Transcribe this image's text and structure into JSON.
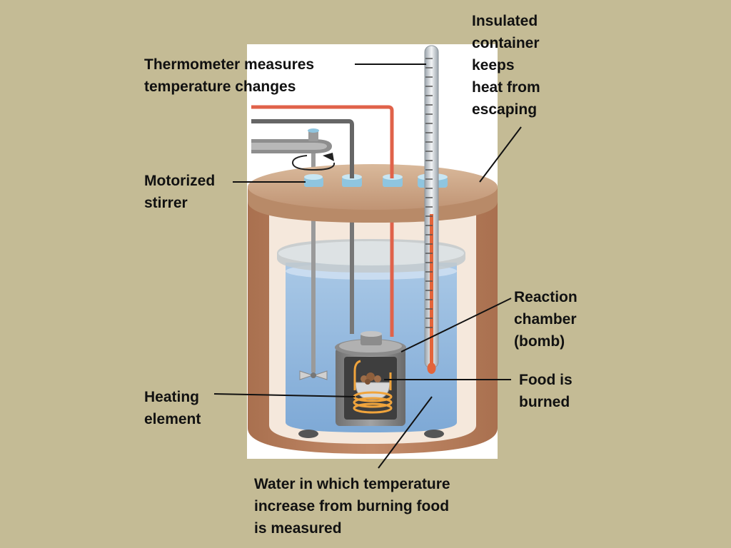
{
  "labels": {
    "thermometer": "Thermometer measures\ntemperature changes",
    "insulated": "Insulated\ncontainer\nkeeps\nheat from\nescaping",
    "stirrer": "Motorized\nstirrer",
    "reaction_chamber": "Reaction\nchamber\n(bomb)",
    "food": "Food is\nburned",
    "heating": "Heating\nelement",
    "water": "Water in which temperature\nincrease from burning food\nis measured"
  }
}
